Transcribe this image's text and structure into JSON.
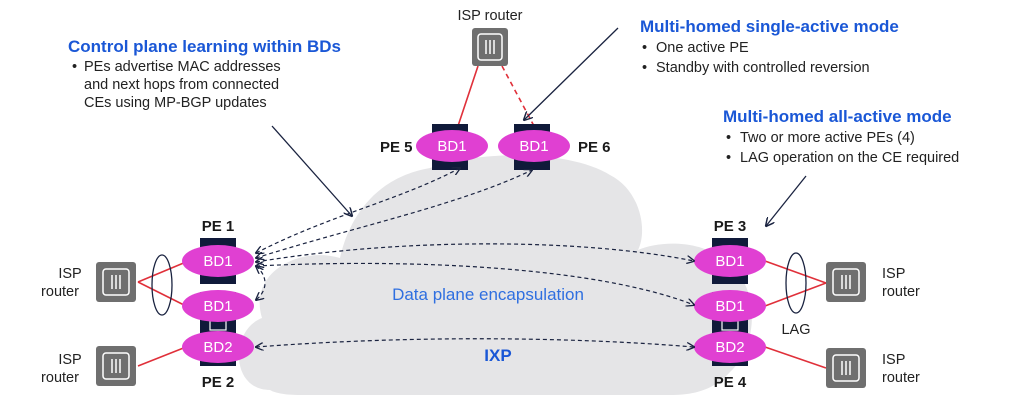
{
  "labels": {
    "control_plane_title": "Control plane learning within BDs",
    "control_plane_bullets": [
      "PEs advertise MAC addresses",
      "and next hops from connected",
      "CEs using MP-BGP updates"
    ],
    "single_active_title": "Multi-homed single-active mode",
    "single_active_bullets": [
      "One active PE",
      "Standby with controlled reversion"
    ],
    "all_active_title": "Multi-homed all-active mode",
    "all_active_bullets": [
      "Two or more active PEs (4)",
      "LAG operation on the CE required"
    ],
    "data_plane": "Data plane encapsulation",
    "ixp": "IXP",
    "lag": "LAG",
    "isp_top": "ISP router",
    "isp": "ISP",
    "router": "router",
    "bullet": "•"
  },
  "pe": {
    "pe1": "PE 1",
    "pe2": "PE 2",
    "pe3": "PE 3",
    "pe4": "PE 4",
    "pe5": "PE 5",
    "pe6": "PE 6"
  },
  "bd": {
    "bd1": "BD1",
    "bd2": "BD2"
  },
  "colors": {
    "blue": "#1a57d6",
    "magenta": "#e040d2",
    "navy": "#101a3a",
    "cloud": "#e5e5e7",
    "red": "#e0303a",
    "router": "#6f6f6f"
  }
}
